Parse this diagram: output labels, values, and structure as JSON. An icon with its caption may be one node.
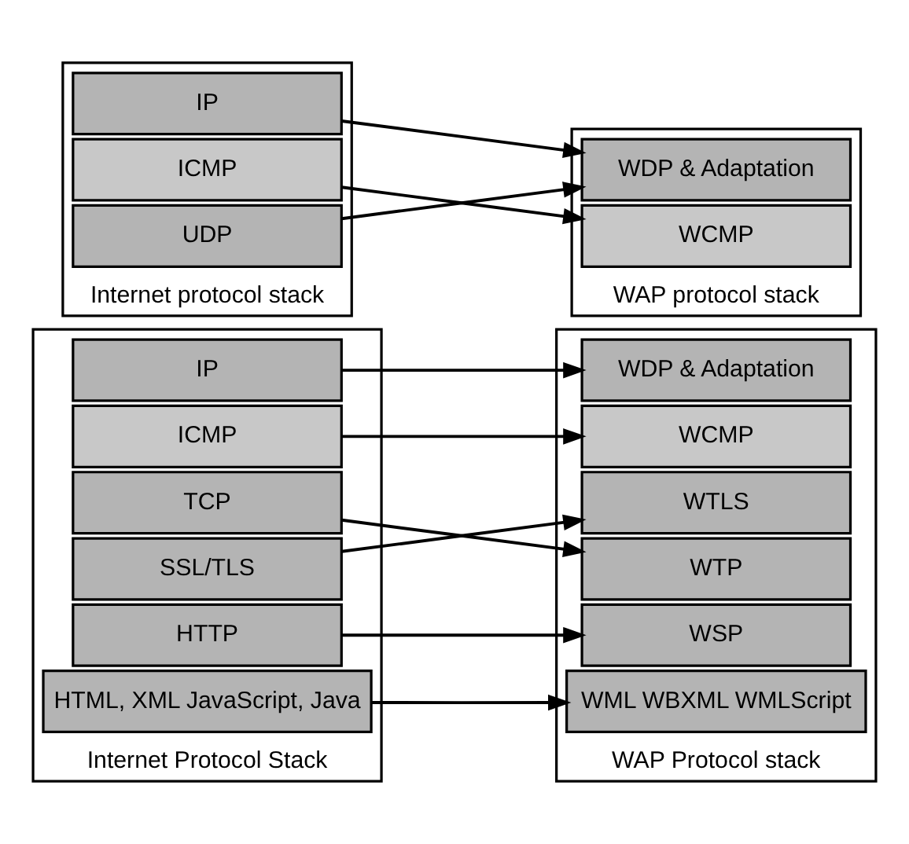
{
  "diagram": {
    "nodes": [
      {
        "text": [
          "Internet Protocol Stack"
        ]
      },
      {
        "text": [
          "HTML, XML JavaScript, Java"
        ],
        "in": 0
      },
      {
        "text": [
          "HTTP"
        ],
        "in": 0
      },
      {
        "text": [
          "SSL/TLS"
        ],
        "in": 0
      },
      {
        "text": [
          "TCP"
        ],
        "in": 0
      },
      {
        "text": [
          "ICMP"
        ],
        "in": 0
      },
      {
        "text": [
          "IP"
        ],
        "in": 0
      },
      {
        "text": [
          "WAP Protocol stack"
        ]
      },
      {
        "text": [
          "WML WBXML WMLScript"
        ],
        "in": 7
      },
      {
        "text": [
          "WSP"
        ],
        "in": 7
      },
      {
        "text": [
          "WTP"
        ],
        "in": 7
      },
      {
        "text": [
          "WTLS"
        ],
        "in": 7
      },
      {
        "text": [
          "WCMP"
        ],
        "in": 7
      },
      {
        "text": [
          "WDP & Adaptation"
        ],
        "in": 7
      },
      {
        "text": [
          "Internet protocol stack"
        ]
      },
      {
        "text": [
          "UDP"
        ],
        "in": 14
      },
      {
        "text": [
          "ICMP"
        ],
        "in": 14
      },
      {
        "text": [
          "IP"
        ],
        "in": 14
      },
      {
        "text": [
          "WAP protocol stack"
        ]
      },
      {
        "text": [
          "WCMP"
        ],
        "in": 18
      },
      {
        "text": [
          "WDP & Adaptation"
        ],
        "in": 18
      }
    ],
    "edges": [
      {
        "from": 1,
        "to": 8,
        "arrow": "to"
      },
      {
        "from": 2,
        "to": 9,
        "arrow": "to"
      },
      {
        "from": 3,
        "to": 11,
        "arrow": "to"
      },
      {
        "from": 4,
        "to": 10,
        "arrow": "to"
      },
      {
        "from": 5,
        "to": 12,
        "arrow": "to"
      },
      {
        "from": 6,
        "to": 13,
        "arrow": "to"
      },
      {
        "from": 15,
        "to": 20,
        "arrow": "to"
      },
      {
        "from": 16,
        "to": 19,
        "arrow": "to"
      },
      {
        "from": 17,
        "to": 20,
        "arrow": "to"
      }
    ]
  }
}
